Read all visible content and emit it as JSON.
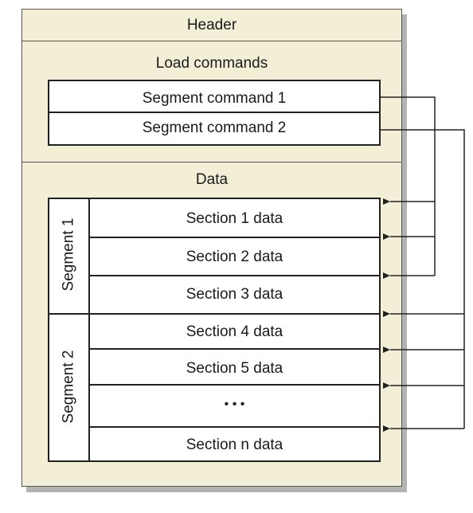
{
  "header": {
    "title": "Header"
  },
  "load_commands": {
    "title": "Load commands",
    "commands": [
      {
        "label": "Segment command 1"
      },
      {
        "label": "Segment command 2"
      }
    ]
  },
  "data": {
    "title": "Data",
    "segments": [
      {
        "label": "Segment 1",
        "sections": [
          "Section 1 data",
          "Section 2 data",
          "Section 3 data"
        ]
      },
      {
        "label": "Segment 2",
        "sections": [
          "Section 4 data",
          "Section 5 data",
          "• • •",
          "Section n data"
        ]
      }
    ]
  }
}
